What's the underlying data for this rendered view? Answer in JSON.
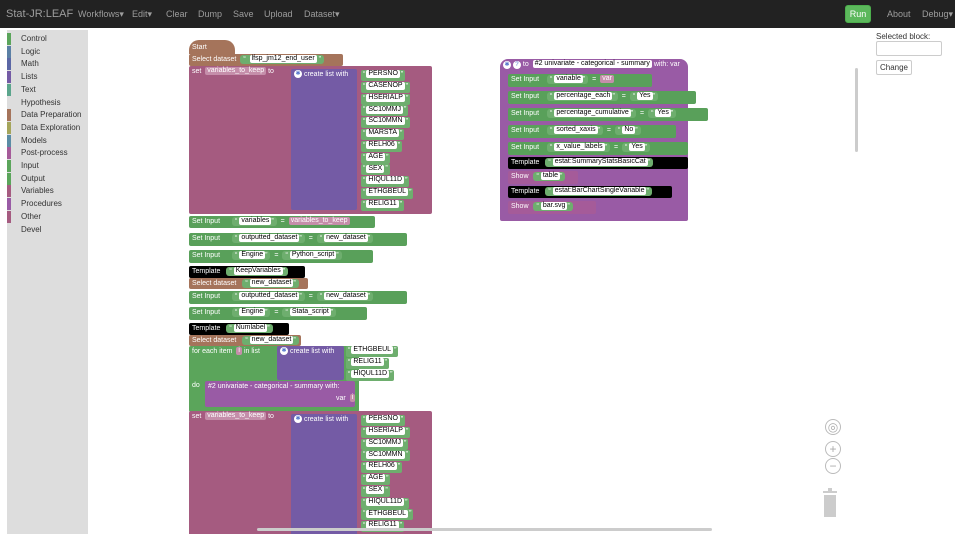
{
  "nav": {
    "brand": "Stat-JR:LEAF",
    "items": [
      "Workflows▾",
      "Edit▾",
      "Clear",
      "Dump",
      "Save",
      "Upload",
      "Dataset▾"
    ],
    "run": "Run",
    "about": "About",
    "debug": "Debug▾"
  },
  "toolbox": [
    {
      "label": "Control",
      "color": "#5ba55b"
    },
    {
      "label": "Logic",
      "color": "#5b80a5"
    },
    {
      "label": "Math",
      "color": "#5b67a5"
    },
    {
      "label": "Lists",
      "color": "#745ba5"
    },
    {
      "label": "Text",
      "color": "#5ba58c"
    },
    {
      "label": "Hypothesis",
      "color": "#ddd"
    },
    {
      "label": "Data Preparation",
      "color": "#a5745b"
    },
    {
      "label": "Data Exploration",
      "color": "#a5a55b"
    },
    {
      "label": "Models",
      "color": "#5b8ca5"
    },
    {
      "label": "Post-process",
      "color": "#a55b99"
    },
    {
      "label": "Input",
      "color": "#5ba55b"
    },
    {
      "label": "Output",
      "color": "#5ba55b"
    },
    {
      "label": "Variables",
      "color": "#a55b80"
    },
    {
      "label": "Procedures",
      "color": "#995ba5"
    },
    {
      "label": "Other",
      "color": "#a55b80"
    },
    {
      "label": "Devel",
      "color": "#ddd"
    }
  ],
  "right": {
    "selected_label": "Selected block:",
    "change": "Change"
  },
  "blocks": {
    "start": "Start",
    "select_dataset": "Select dataset",
    "ds1": "lfsp_jm12_end_user",
    "set": "set",
    "to": "to",
    "var_keep": "variables_to_keep",
    "create_list": "create list with",
    "list1": [
      "PERSNO",
      "CASENOP",
      "HSERIALP",
      "SC10MMJ",
      "SC10MMN",
      "MARSTA",
      "RELH06",
      "AGE",
      "SEX",
      "HIQUL11D",
      "ETHGBEUL",
      "RELIG11"
    ],
    "set_input": "Set Input",
    "variables": "variables",
    "eq": "=",
    "outputted_dataset": "outputted_dataset",
    "new_dataset": "new_dataset",
    "engine": "Engine",
    "python_script": "Python_script",
    "template": "Template",
    "keep_vars": "KeepVariables",
    "stata_script": "Stata_script",
    "numlabel": "Numlabel",
    "for_each": "for each item",
    "i": "i",
    "in_list": "in list",
    "list2": [
      "ETHGBEUL",
      "RELIG11",
      "HIQUL11D"
    ],
    "do": "do",
    "univ_call": "#2 univariate - categorical - summary  with:",
    "var": "var",
    "list3": [
      "PERSNO",
      "HSERIALP",
      "SC10MMJ",
      "SC10MMN",
      "RELH06",
      "AGE",
      "SEX",
      "HIQUL11D",
      "ETHGBEUL",
      "RELIG11"
    ],
    "proc_to": "to",
    "proc_name": "#2 univariate - categorical - summary",
    "with_var": "with: var",
    "variable": "variable",
    "percentage_each": "percentage_each",
    "yes": "Yes",
    "no": "No",
    "percentage_cumulative": "percentage_cumulative",
    "sorted_xaxis": "sorted_xaxis",
    "x_value_labels": "x_value_labels",
    "tpl1": "estat:SummaryStatsBasicCat",
    "show": "Show",
    "table": "table",
    "tpl2": "estat:BarChartSingleVariable",
    "bar_svg": "bar.svg"
  }
}
